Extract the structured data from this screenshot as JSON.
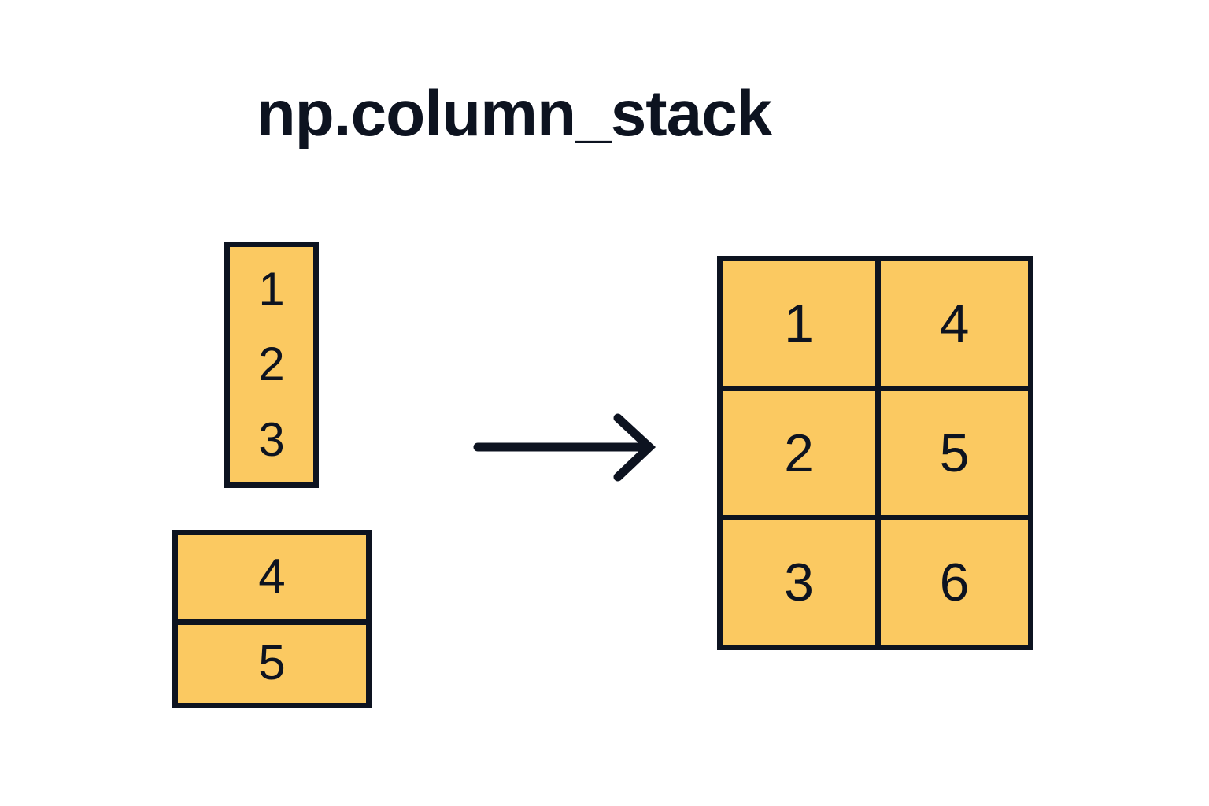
{
  "title": "np.column_stack",
  "colors": {
    "background": "#ffffff",
    "cell_fill": "#fbc961",
    "ink": "#0d1320"
  },
  "diagram": {
    "type": "numpy-operation-diagram",
    "operation": "np.column_stack",
    "inputs": [
      {
        "name": "input-array-a",
        "shape": "1d-column",
        "rows": 3,
        "cols": 1,
        "divided": false,
        "values": [
          "1",
          "2",
          "3"
        ]
      },
      {
        "name": "input-array-b",
        "shape": "2d-column",
        "rows": 2,
        "cols": 1,
        "divided": true,
        "values": [
          "4",
          "5"
        ]
      }
    ],
    "arrow": {
      "name": "transform-arrow",
      "direction": "right",
      "label": ""
    },
    "output": {
      "name": "output-matrix",
      "rows": 3,
      "cols": 2,
      "grid": [
        [
          "1",
          "4"
        ],
        [
          "2",
          "5"
        ],
        [
          "3",
          "6"
        ]
      ]
    }
  }
}
